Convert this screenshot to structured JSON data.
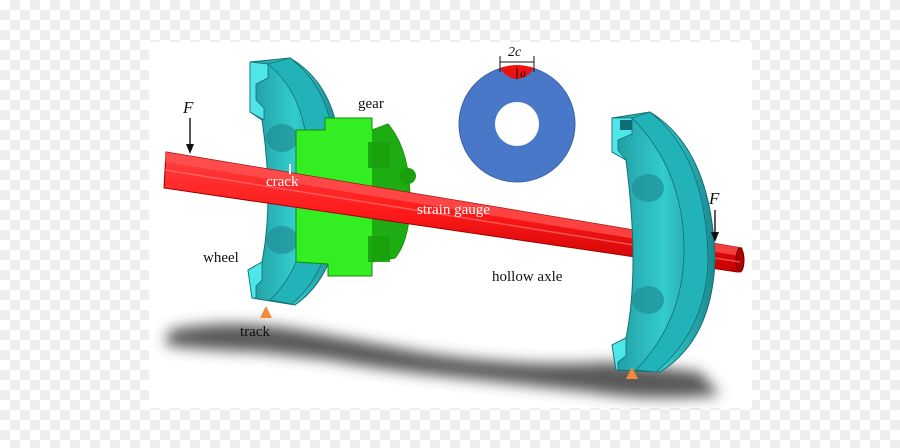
{
  "labels": {
    "gear": "gear",
    "crack": "crack",
    "strain_gauge": "strain gauge",
    "wheel": "wheel",
    "track": "track",
    "hollow_axle": "hollow axle",
    "force_left": "F",
    "force_right": "F",
    "dim_2c": "2c",
    "dim_a": "a"
  },
  "colors": {
    "axle": "#ff1a1a",
    "axle_dark": "#b80000",
    "wheel_face": "#33cccc",
    "wheel_light": "#4fe6ea",
    "wheel_dark": "#1f8f96",
    "gear": "#33ee22",
    "gear_dark": "#1aa00e",
    "ring": "#4a78c8",
    "crack": "#ee1111",
    "track_marker": "#f08a3c",
    "shadow": "#3a3a3a"
  }
}
